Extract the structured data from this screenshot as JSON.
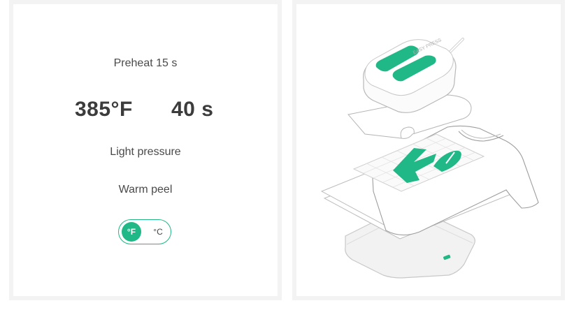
{
  "settings": {
    "preheat": "Preheat 15 s",
    "temperature": "385°F",
    "time": "40 s",
    "pressure": "Light pressure",
    "peel": "Warm peel"
  },
  "unit_toggle": {
    "fahrenheit_label": "°F",
    "celsius_label": "°C",
    "selected": "°F"
  },
  "illustration": {
    "description_icon": "heat-press-exploded-view-icon"
  },
  "colors": {
    "accent": "#1fb886",
    "panel_border": "#f3f3f3",
    "text": "#3c3c3c"
  }
}
